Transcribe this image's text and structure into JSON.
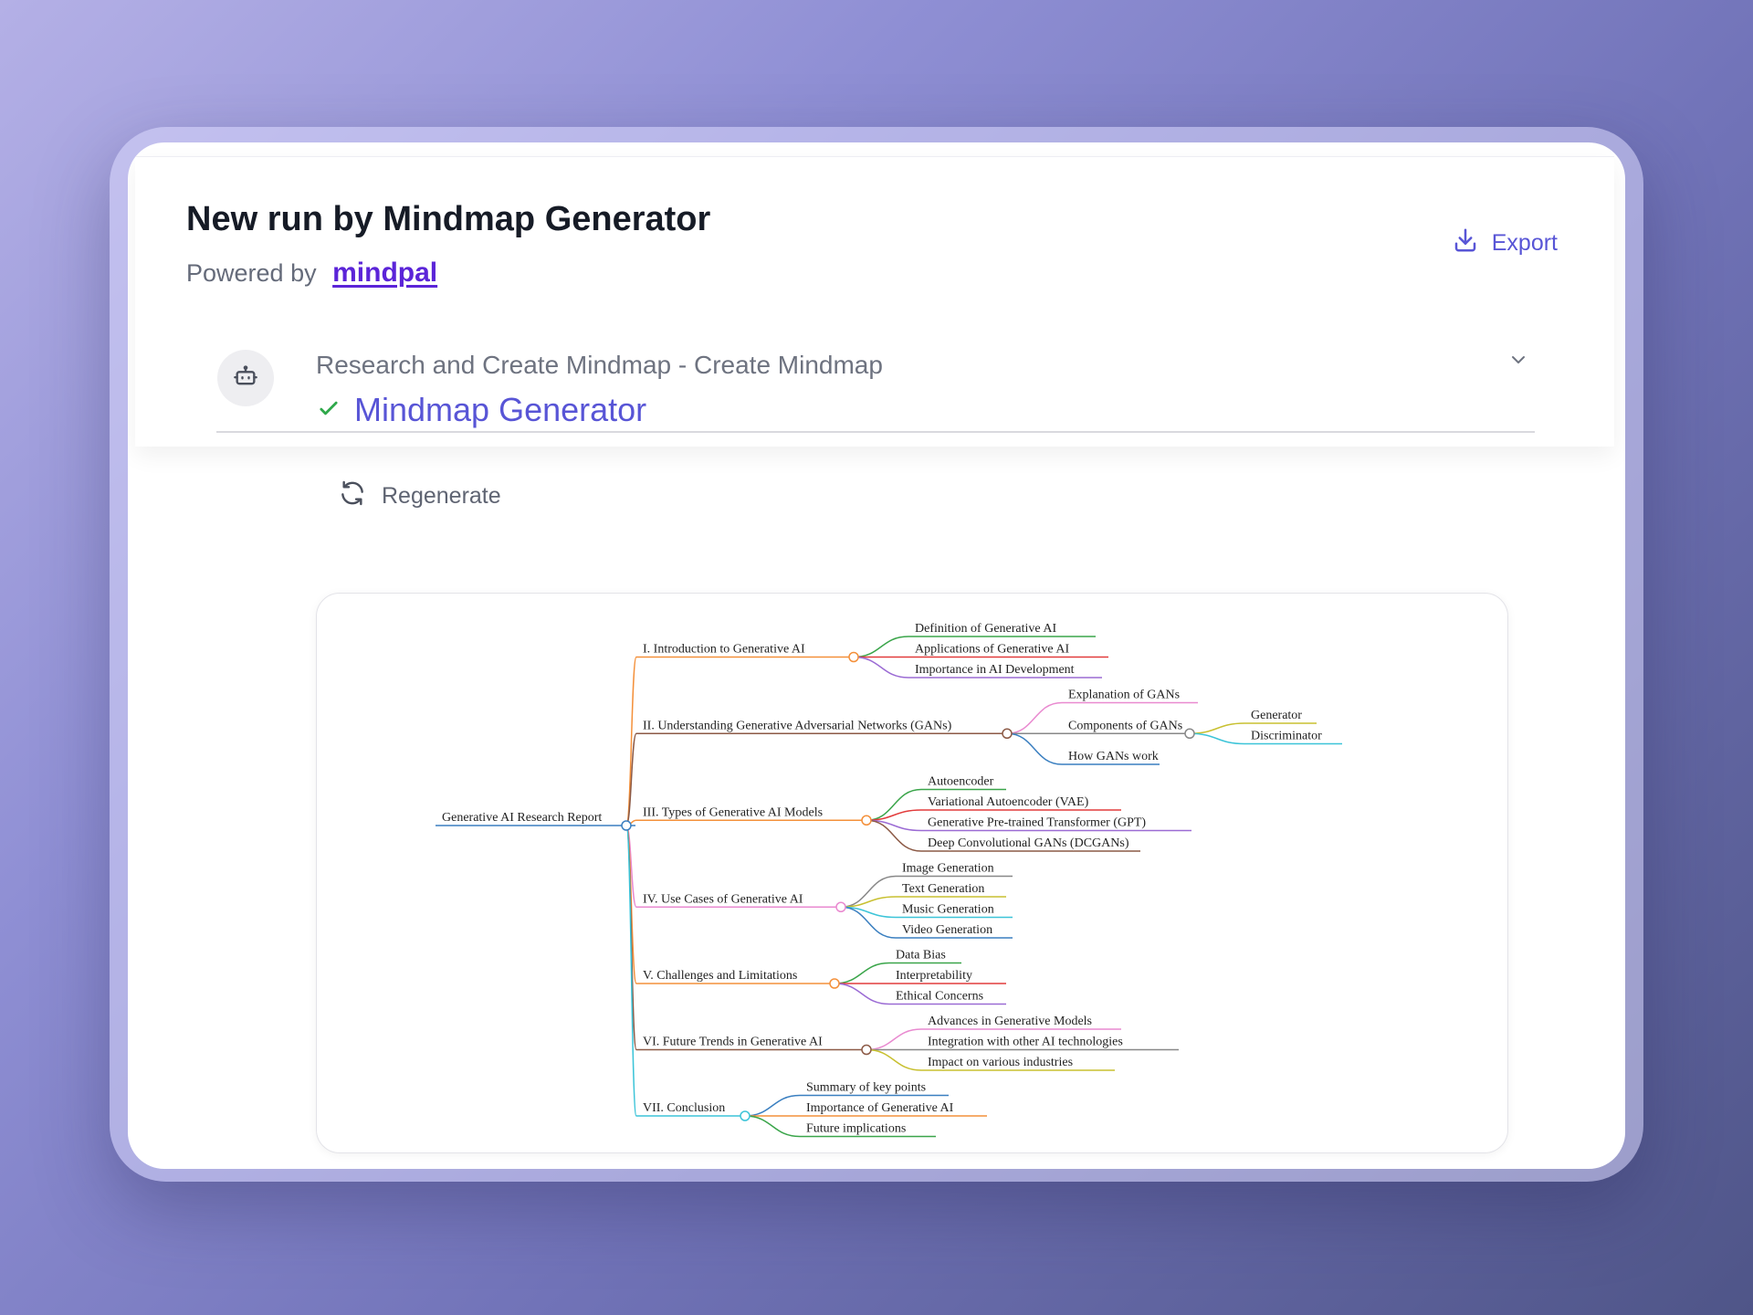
{
  "header": {
    "title": "New run by Mindmap Generator",
    "powered_by": "Powered by",
    "brand": "mindpal",
    "export_label": "Export",
    "export_icon": "download-icon"
  },
  "step": {
    "title": "Research and Create Mindmap - Create Mindmap",
    "agent_name": "Mindmap Generator",
    "status": "completed",
    "regenerate_label": "Regenerate",
    "icons": [
      "robot-icon",
      "check-icon",
      "chevron-down-icon",
      "refresh-icon"
    ]
  },
  "colors": {
    "accent": "#5855d6",
    "brand": "#5b24d8",
    "check": "#2ea84a"
  },
  "mindmap": {
    "root": "Generative AI Research Report",
    "branches": [
      {
        "label": "I. Introduction to Generative AI",
        "color": "#f4903a",
        "children": [
          {
            "label": "Definition of Generative AI",
            "color": "#3aa54a"
          },
          {
            "label": "Applications of Generative AI",
            "color": "#e23b3b"
          },
          {
            "label": "Importance in AI Development",
            "color": "#9b6bd4"
          }
        ]
      },
      {
        "label": "II. Understanding Generative Adversarial Networks (GANs)",
        "color": "#8c5a46",
        "children": [
          {
            "label": "Explanation of GANs",
            "color": "#e98ad0"
          },
          {
            "label": "Components of GANs",
            "color": "#888888",
            "children": [
              {
                "label": "Generator",
                "color": "#c8c030"
              },
              {
                "label": "Discriminator",
                "color": "#3cc4d8"
              }
            ]
          },
          {
            "label": "How GANs work",
            "color": "#3a7fc0"
          }
        ]
      },
      {
        "label": "III. Types of Generative AI Models",
        "color": "#f4903a",
        "children": [
          {
            "label": "Autoencoder",
            "color": "#3aa54a"
          },
          {
            "label": "Variational Autoencoder (VAE)",
            "color": "#e23b3b"
          },
          {
            "label": "Generative Pre-trained Transformer (GPT)",
            "color": "#9b6bd4"
          },
          {
            "label": "Deep Convolutional GANs (DCGANs)",
            "color": "#8c5a46"
          }
        ]
      },
      {
        "label": "IV. Use Cases of Generative AI",
        "color": "#e98ad0",
        "children": [
          {
            "label": "Image Generation",
            "color": "#888888"
          },
          {
            "label": "Text Generation",
            "color": "#c8c030"
          },
          {
            "label": "Music Generation",
            "color": "#3cc4d8"
          },
          {
            "label": "Video Generation",
            "color": "#3a7fc0"
          }
        ]
      },
      {
        "label": "V. Challenges and Limitations",
        "color": "#f4903a",
        "children": [
          {
            "label": "Data Bias",
            "color": "#3aa54a"
          },
          {
            "label": "Interpretability",
            "color": "#e23b3b"
          },
          {
            "label": "Ethical Concerns",
            "color": "#9b6bd4"
          }
        ]
      },
      {
        "label": "VI. Future Trends in Generative AI",
        "color": "#8c5a46",
        "children": [
          {
            "label": "Advances in Generative Models",
            "color": "#e98ad0"
          },
          {
            "label": "Integration with other AI technologies",
            "color": "#888888"
          },
          {
            "label": "Impact on various industries",
            "color": "#c8c030"
          }
        ]
      },
      {
        "label": "VII. Conclusion",
        "color": "#3cc4d8",
        "children": [
          {
            "label": "Summary of key points",
            "color": "#3a7fc0"
          },
          {
            "label": "Importance of Generative AI",
            "color": "#f4903a"
          },
          {
            "label": "Future implications",
            "color": "#3aa54a"
          }
        ]
      }
    ]
  }
}
